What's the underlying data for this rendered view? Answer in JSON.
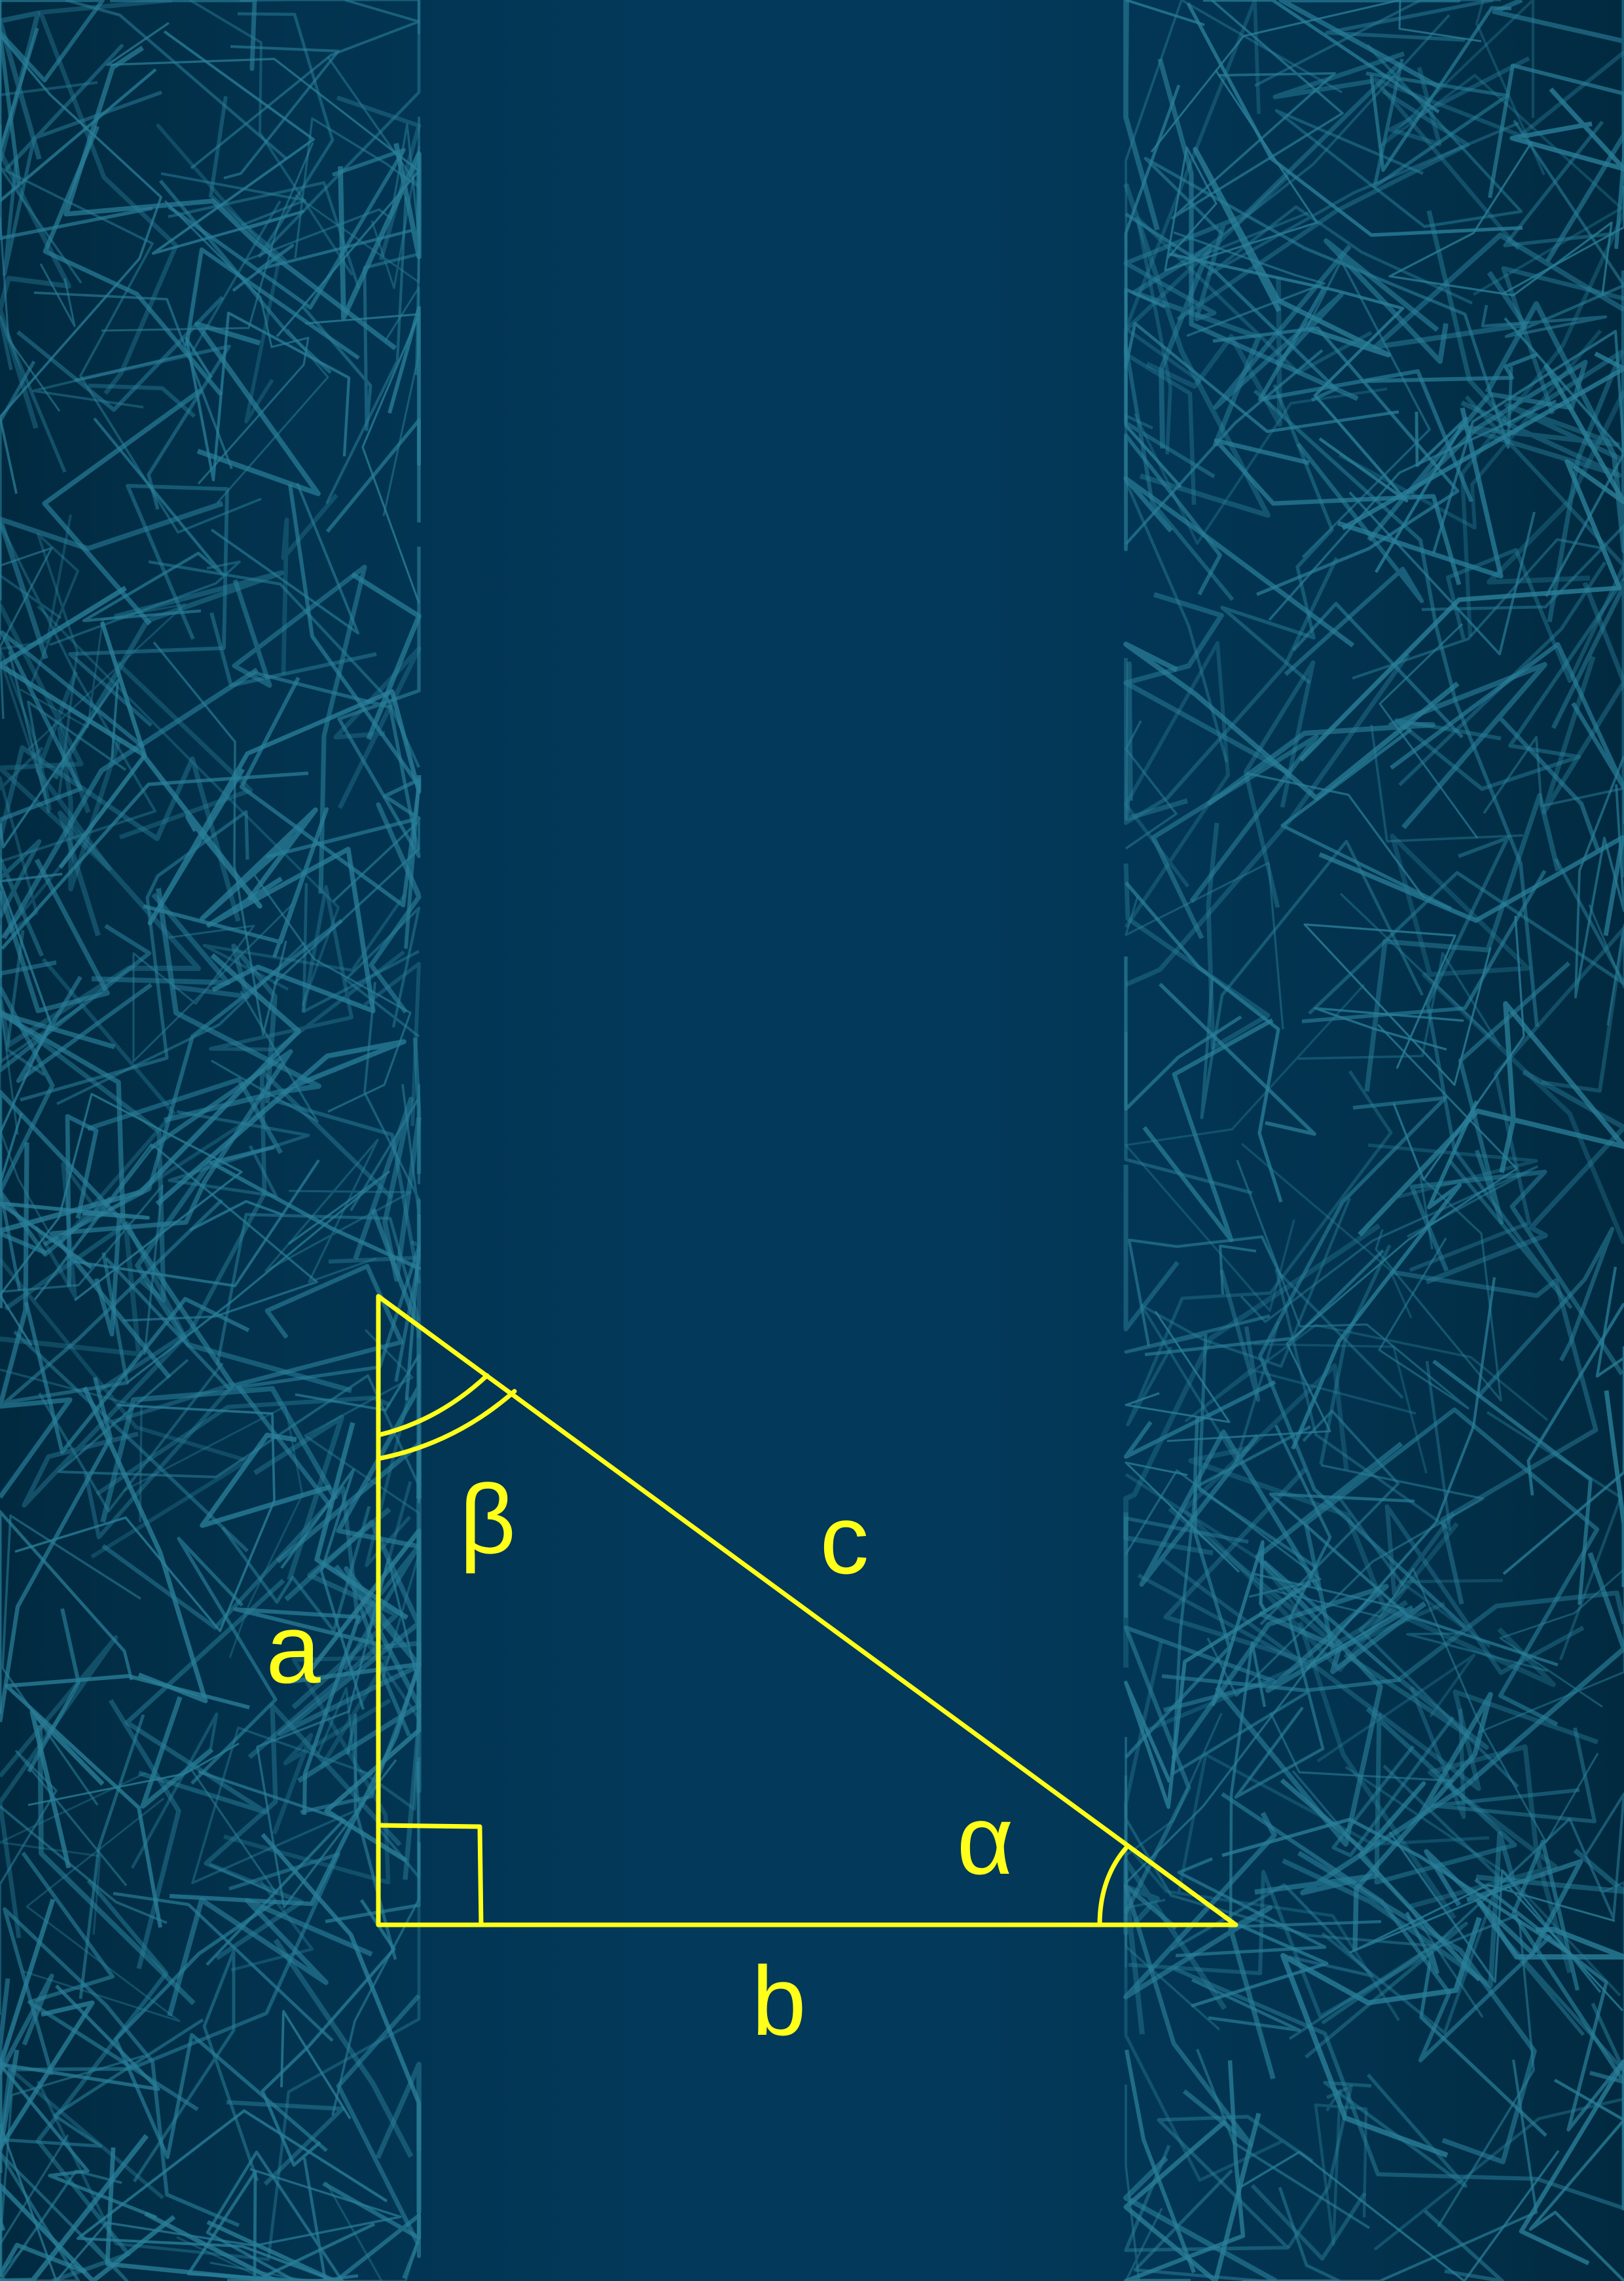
{
  "colors": {
    "background": "#03395a",
    "mesh_lines": "#2a7f99",
    "diagram_stroke": "#ffff1a"
  },
  "triangle": {
    "shape": "right triangle",
    "right_angle_marker": "square",
    "labels": {
      "side_a": "a",
      "side_b": "b",
      "side_c": "c",
      "angle_alpha": "α",
      "angle_beta": "β"
    },
    "angle_beta_marker": "double-arc",
    "angle_alpha_marker": "single-arc"
  },
  "background_pattern": "random-line-mesh-on-sides"
}
